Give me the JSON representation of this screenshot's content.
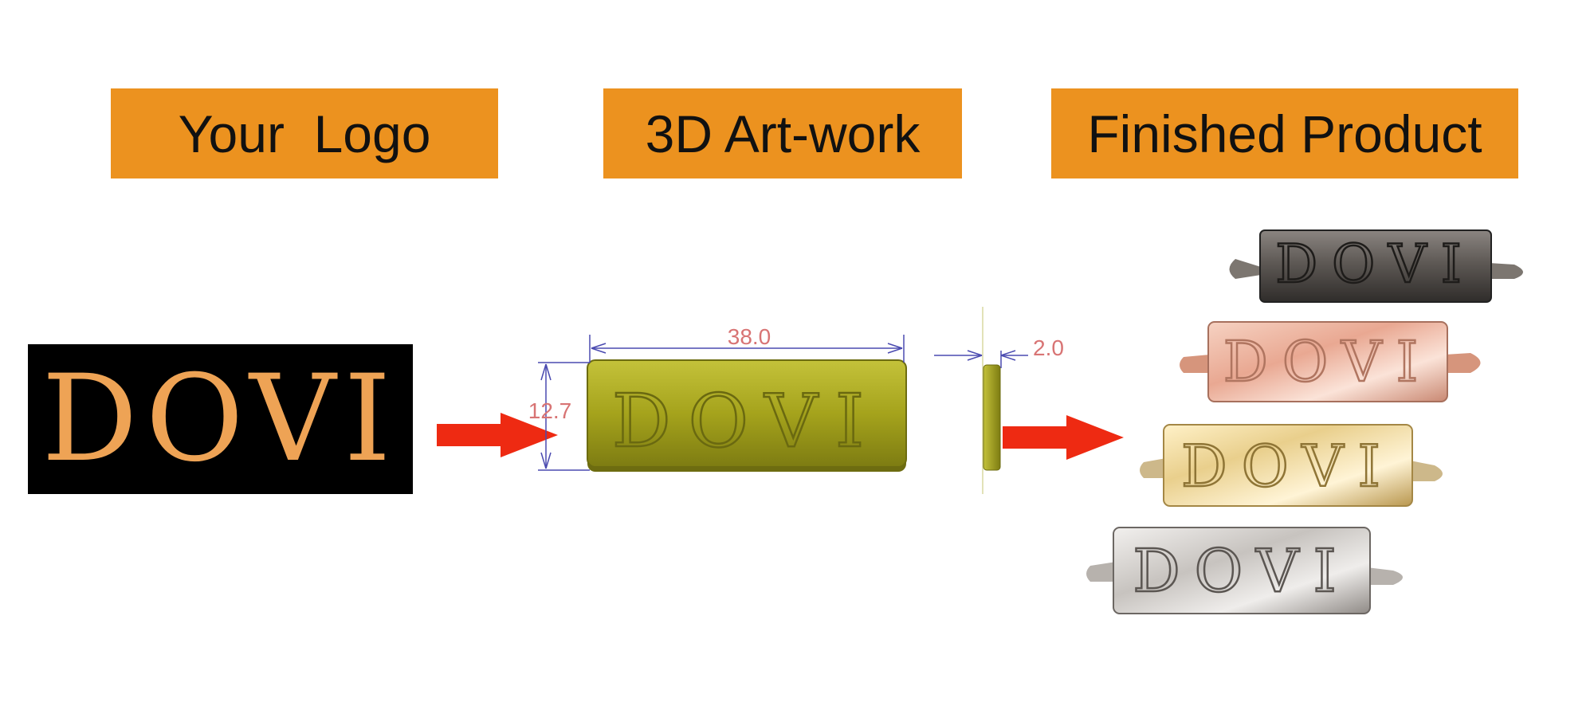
{
  "headers": {
    "logo": "Your  Logo",
    "artwork": "3D Art-work",
    "product": "Finished Product"
  },
  "logo_text": "DOVI",
  "artwork": {
    "plate_text": "DOVI",
    "dim_width": "38.0",
    "dim_height": "12.7",
    "dim_thickness": "2.0"
  },
  "products": [
    {
      "text": "DOVI",
      "finish": "gunmetal"
    },
    {
      "text": "DOVI",
      "finish": "rose-gold"
    },
    {
      "text": "DOVI",
      "finish": "gold"
    },
    {
      "text": "DOVI",
      "finish": "silver"
    }
  ],
  "colors": {
    "header_bg": "#ec921f",
    "logo_text": "#eea355",
    "plate_green": "#a5a31c",
    "arrow_red": "#ee2a12",
    "dim_line": "#4a4ab0",
    "dim_text": "#d87474"
  }
}
